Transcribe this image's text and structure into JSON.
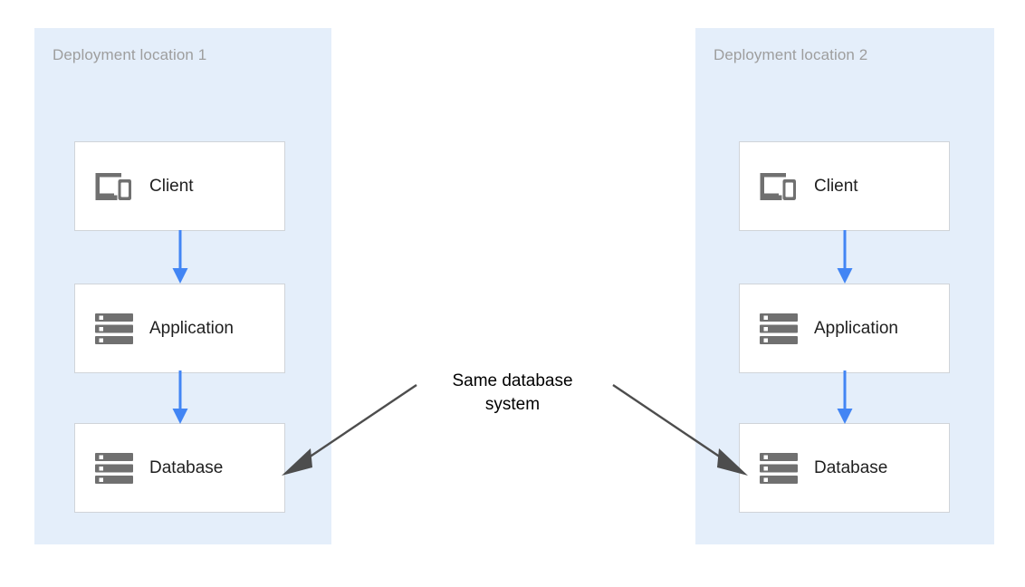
{
  "diagram": {
    "type": "deployment-architecture",
    "background_color": "#ffffff",
    "panel_color": "#e4eefa",
    "box_border_color": "#d0d4d9",
    "arrow_blue": "#4285f4",
    "arrow_gray": "#4d4d4d",
    "title_color": "#9e9e9e",
    "label_color": "#1f1f1f"
  },
  "panels": [
    {
      "id": "location-1",
      "title": "Deployment location 1",
      "nodes": [
        {
          "id": "client-1",
          "label": "Client",
          "icon": "devices-icon"
        },
        {
          "id": "application-1",
          "label": "Application",
          "icon": "server-stack-icon"
        },
        {
          "id": "database-1",
          "label": "Database",
          "icon": "server-stack-icon"
        }
      ],
      "flow": [
        "client-1 -> application-1",
        "application-1 -> database-1"
      ]
    },
    {
      "id": "location-2",
      "title": "Deployment location 2",
      "nodes": [
        {
          "id": "client-2",
          "label": "Client",
          "icon": "devices-icon"
        },
        {
          "id": "application-2",
          "label": "Application",
          "icon": "server-stack-icon"
        },
        {
          "id": "database-2",
          "label": "Database",
          "icon": "server-stack-icon"
        }
      ],
      "flow": [
        "client-2 -> application-2",
        "application-2 -> database-2"
      ]
    }
  ],
  "annotation": {
    "text": "Same database\nsystem",
    "points_to": [
      "database-1",
      "database-2"
    ]
  }
}
